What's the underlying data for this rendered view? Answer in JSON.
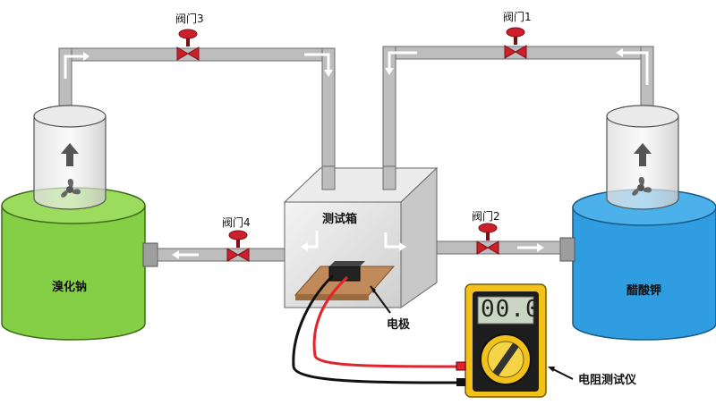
{
  "valves": [
    {
      "label": "阀门3"
    },
    {
      "label": "阀门1"
    },
    {
      "label": "阀门4"
    },
    {
      "label": "阀门2"
    }
  ],
  "tanks": {
    "left": {
      "label": "溴化钠",
      "color": "#84cf46"
    },
    "right": {
      "label": "醋酸钾",
      "color": "#2f9ddf"
    }
  },
  "test_box": {
    "label": "测试箱"
  },
  "electrode": {
    "label": "电极"
  },
  "meter": {
    "label": "电阻测试仪",
    "display": "00.0"
  },
  "colors": {
    "pipe": "#bdbdbd",
    "valve": "#cc1f2b",
    "meter_body": "#f2c21a"
  }
}
